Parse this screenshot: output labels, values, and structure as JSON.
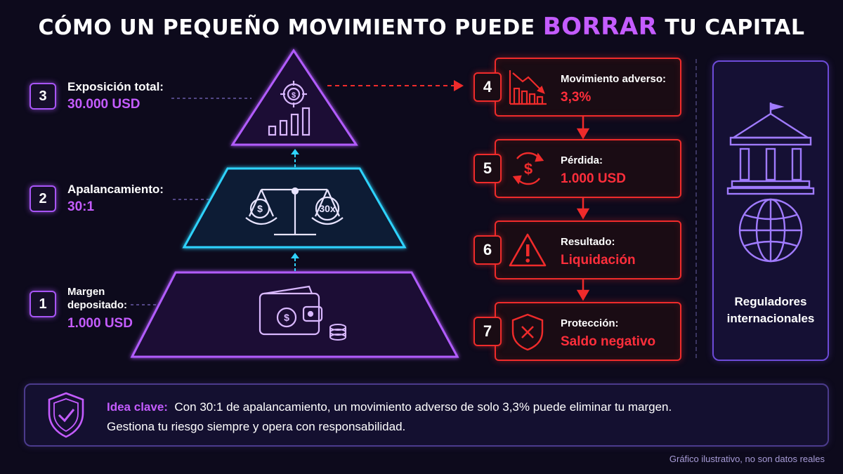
{
  "title": {
    "before": "CÓMO UN PEQUEÑO MOVIMIENTO PUEDE ",
    "highlight": "BORRAR",
    "after": " TU CAPITAL"
  },
  "pyramid": {
    "levels": [
      {
        "number": "3",
        "label": "Exposición total:",
        "value": "30.000 USD"
      },
      {
        "number": "2",
        "label": "Apalancamiento:",
        "value": "30:1"
      },
      {
        "number": "1",
        "label_line1": "Margen",
        "label_line2": "depositado:",
        "value": "1.000 USD"
      }
    ],
    "scale_badge": "30x"
  },
  "steps": [
    {
      "number": "4",
      "label": "Movimiento adverso:",
      "value": "3,3%",
      "icon": "chart-down-icon"
    },
    {
      "number": "5",
      "label": "Pérdida:",
      "value": "1.000 USD",
      "icon": "dollar-loss-icon"
    },
    {
      "number": "6",
      "label": "Resultado:",
      "value": "Liquidación",
      "icon": "warning-icon"
    },
    {
      "number": "7",
      "label": "Protección:",
      "value": "Saldo negativo",
      "icon": "shield-x-icon"
    }
  ],
  "regulators": {
    "line1": "Reguladores",
    "line2": "internacionales",
    "icons": [
      "institution-icon",
      "globe-icon"
    ]
  },
  "key_idea": {
    "title": "Idea clave:",
    "line1": "Con 30:1 de apalancamiento, un movimiento adverso de solo 3,3% puede eliminar tu margen.",
    "line2": "Gestiona tu riesgo siempre y opera con responsabilidad.",
    "icon": "shield-check-icon"
  },
  "footnote": "Gráfico ilustrativo, no son datos reales",
  "colors": {
    "background": "#0d0a1c",
    "purple": "#c45cff",
    "cyan": "#2fd3ff",
    "red": "#ef2b2b",
    "indigo": "#6d4bd8"
  }
}
